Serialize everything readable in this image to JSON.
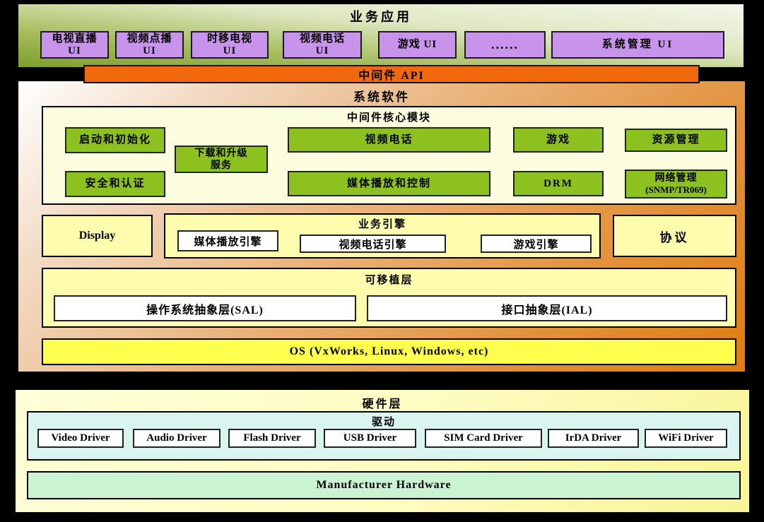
{
  "colors": {
    "ui_box_purple": "#c893ea",
    "module_green": "#8dc11f",
    "api_orange": "#f2690d",
    "pale_yellow": "#fdfdad",
    "os_yellow": "#ffff4d",
    "driver_cyan": "#daf4f0",
    "hardware_mint": "#c9f3d2"
  },
  "business": {
    "title": "业务应用",
    "ui_boxes": [
      {
        "l1": "电视直播",
        "l2": "UI"
      },
      {
        "l1": "视频点播",
        "l2": "UI"
      },
      {
        "l1": "时移电视",
        "l2": "UI"
      },
      {
        "l1": "视频电话",
        "l2": "UI"
      },
      {
        "l1": "游戏 UI"
      },
      {
        "l1": "......"
      },
      {
        "l1": "系统管理 UI"
      }
    ]
  },
  "api_bar": {
    "label": "中间件 API"
  },
  "system": {
    "title": "系统软件",
    "core": {
      "title": "中间件核心模块",
      "boot": "启动和初始化",
      "download_l1": "下载和升级",
      "download_l2": "服务",
      "video_call": "视频电话",
      "game": "游戏",
      "resource": "资源管理",
      "security": "安全和认证",
      "media": "媒体播放和控制",
      "drm": "DRM",
      "network_l1": "网络管理",
      "network_l2": "(SNMP/TR069)"
    },
    "display": "Display",
    "engine": {
      "title": "业务引擎",
      "media_engine": "媒体播放引擎",
      "video_call_engine": "视频电话引擎",
      "game_engine": "游戏引擎"
    },
    "protocol": "协议",
    "portable": {
      "title": "可移植层",
      "sal": "操作系统抽象层(SAL)",
      "ial": "接口抽象层(IAL)"
    },
    "os": "OS (VxWorks, Linux, Windows, etc)"
  },
  "hardware": {
    "title": "硬件层",
    "driver": {
      "title": "驱动",
      "items": [
        "Video Driver",
        "Audio Driver",
        "Flash Driver",
        "USB Driver",
        "SIM Card Driver",
        "IrDA Driver",
        "WiFi Driver"
      ]
    },
    "manufacturer": "Manufacturer Hardware"
  }
}
